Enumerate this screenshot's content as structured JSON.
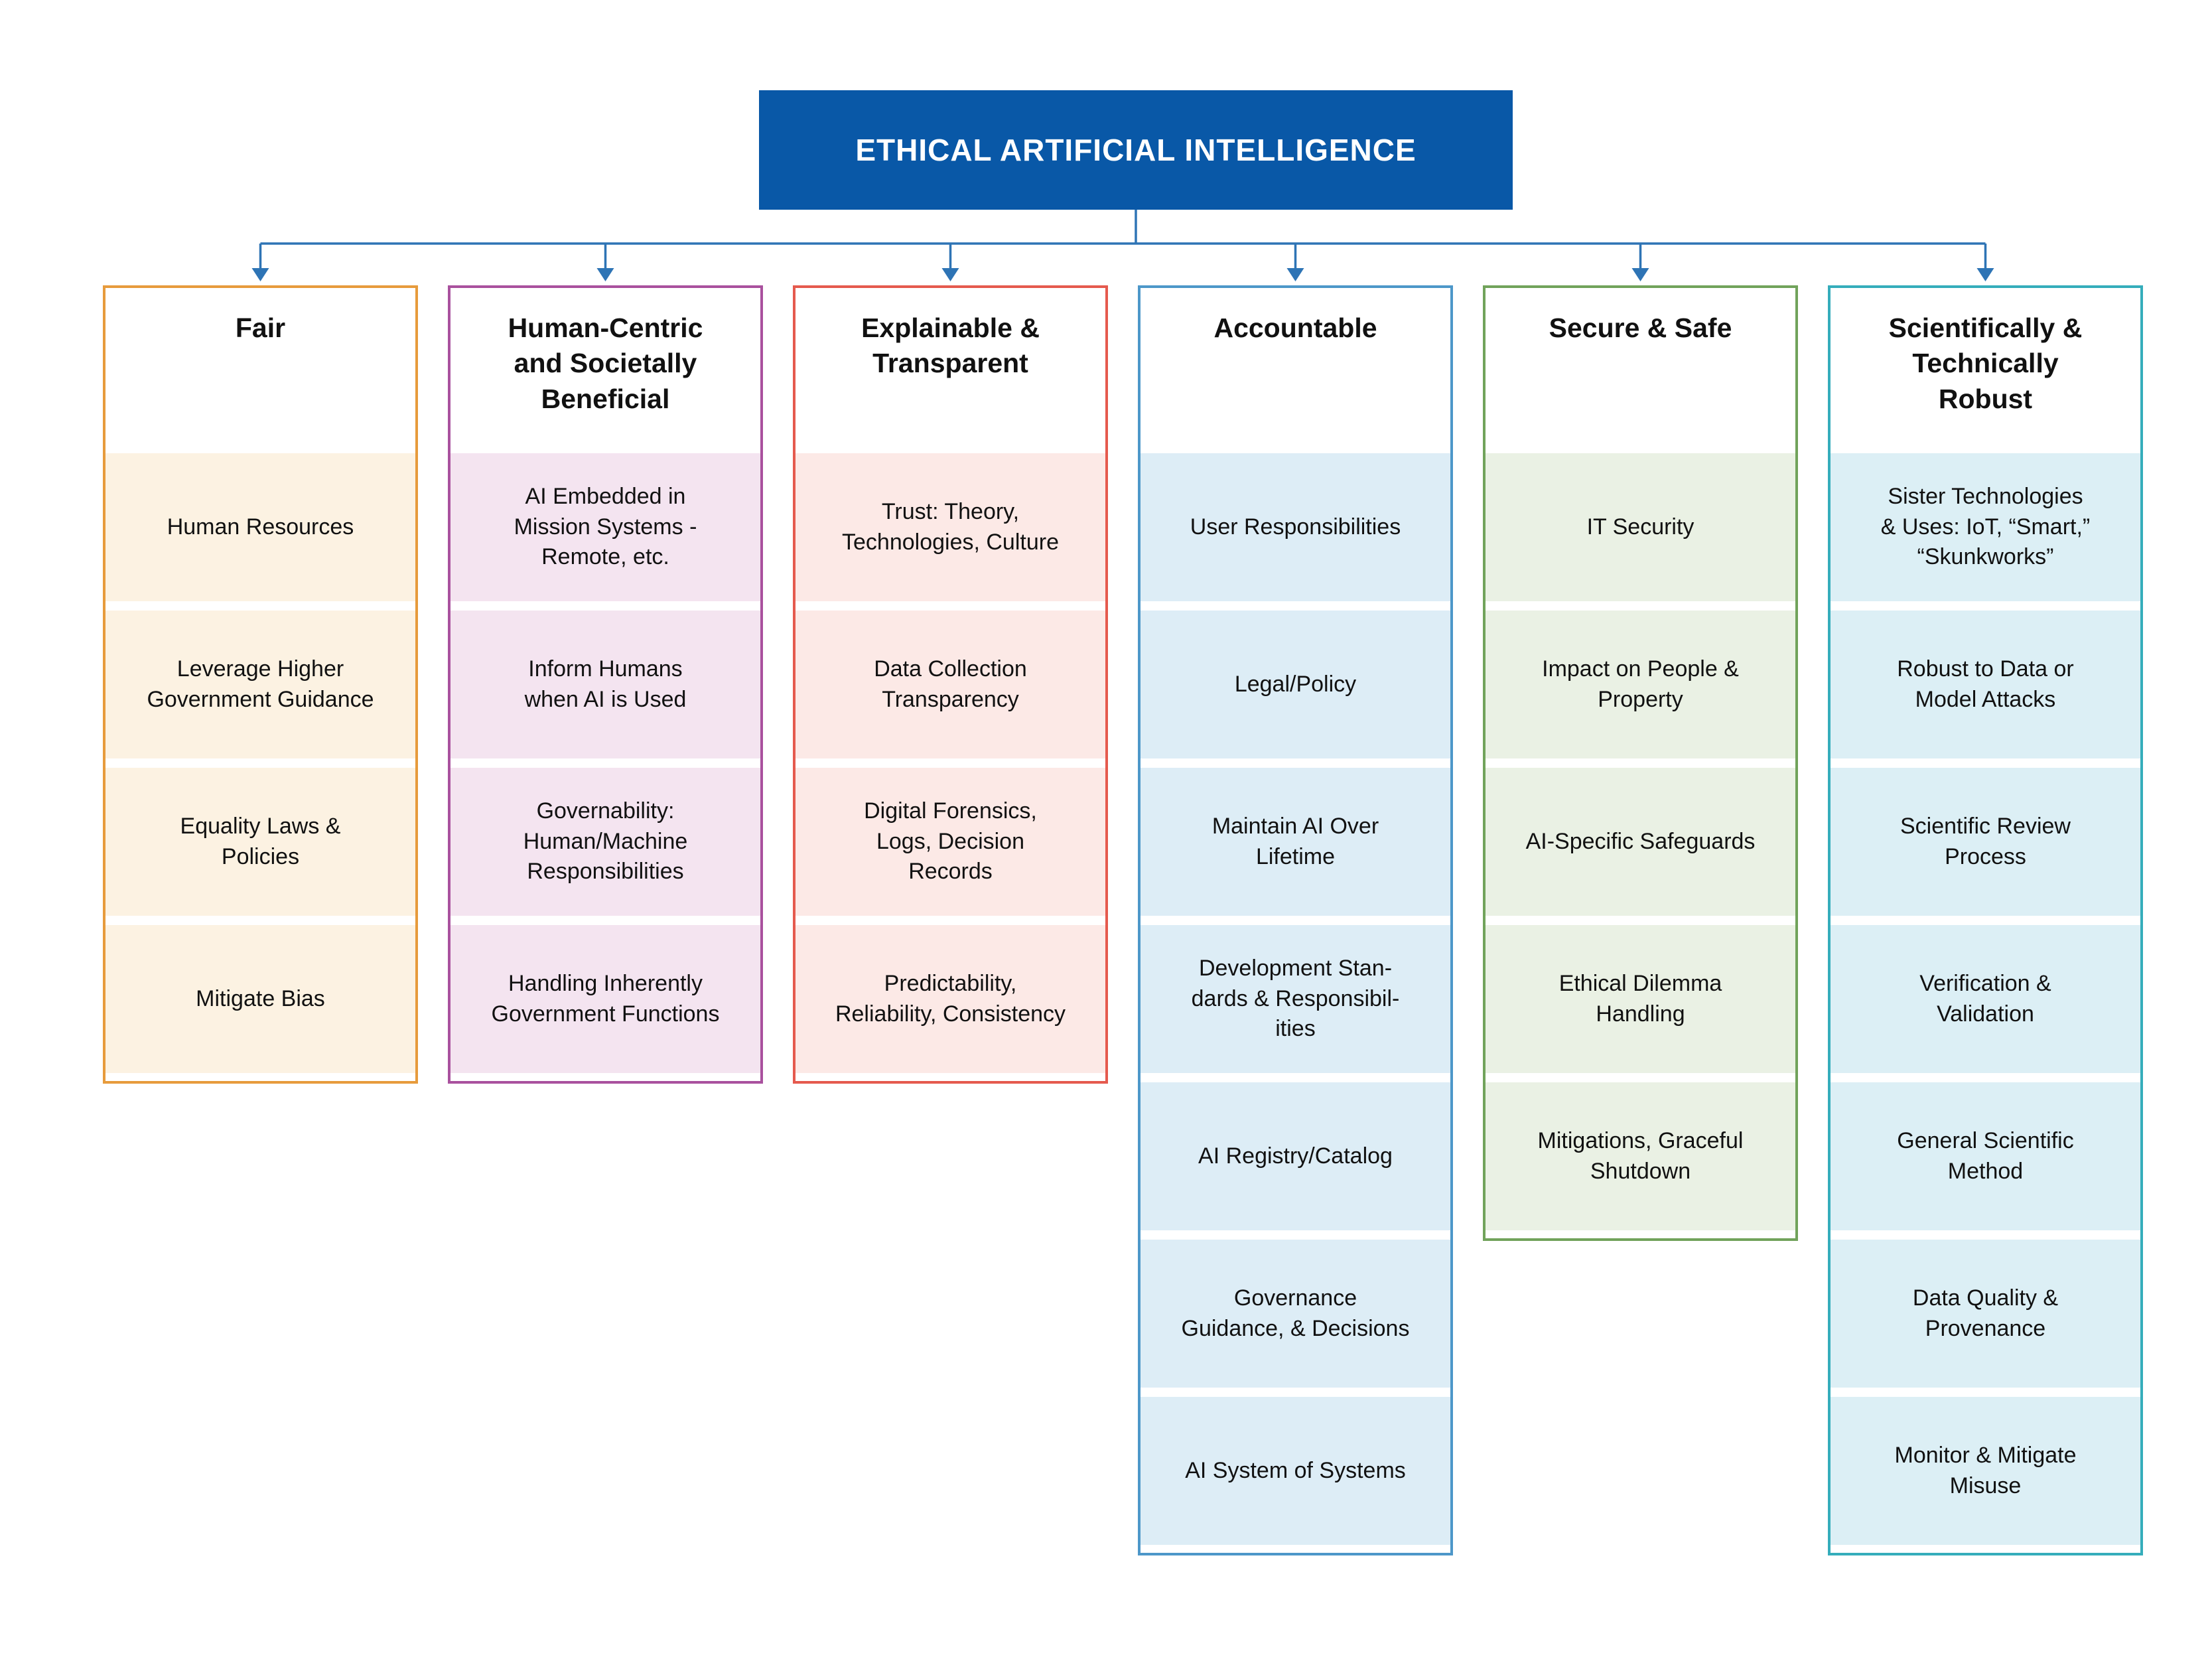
{
  "title": "ETHICAL ARTIFICIAL INTELLIGENCE",
  "colors": {
    "title_bg": "#0958a7",
    "title_text": "#ffffff",
    "connector": "#2e74b5"
  },
  "columns": [
    {
      "id": "fair",
      "title": "Fair",
      "border_color": "#e79b3c",
      "item_bg": "#fcf2e2",
      "items": [
        "Human Resources",
        "Leverage Higher\nGovernment Guidance",
        "Equality Laws &\nPolicies",
        "Mitigate Bias"
      ]
    },
    {
      "id": "human-centric",
      "title": "Human-Centric\nand Societally\nBeneficial",
      "border_color": "#a9519e",
      "item_bg": "#f4e4f0",
      "items": [
        "AI Embedded in\nMission Systems -\nRemote, etc.",
        "Inform Humans\nwhen AI is Used",
        "Governability:\nHuman/Machine\nResponsibilities",
        "Handling Inherently\nGovernment Functions"
      ]
    },
    {
      "id": "explainable-transparent",
      "title": "Explainable &\nTransparent",
      "border_color": "#e55a4e",
      "item_bg": "#fce9e6",
      "items": [
        "Trust: Theory,\nTechnologies, Culture",
        "Data Collection\nTransparency",
        "Digital Forensics,\nLogs, Decision\nRecords",
        "Predictability,\nReliability, Consistency"
      ]
    },
    {
      "id": "accountable",
      "title": "Accountable",
      "border_color": "#4d97c9",
      "item_bg": "#ddedf6",
      "items": [
        "User Responsibilities",
        "Legal/Policy",
        "Maintain AI Over\nLifetime",
        "Development Stan-\ndards & Responsibil-\nities",
        "AI Registry/Catalog",
        "Governance\nGuidance, & Decisions",
        "AI System of Systems"
      ]
    },
    {
      "id": "secure-safe",
      "title": "Secure & Safe",
      "border_color": "#71a35b",
      "item_bg": "#eaf1e4",
      "items": [
        "IT Security",
        "Impact on People &\nProperty",
        "AI-Specific Safeguards",
        "Ethical Dilemma\nHandling",
        "Mitigations, Graceful\nShutdown"
      ]
    },
    {
      "id": "scientifically-robust",
      "title": "Scientifically &\nTechnically\nRobust",
      "border_color": "#35adbb",
      "item_bg": "#dceff5",
      "items": [
        "Sister Technologies\n& Uses: IoT, “Smart,”\n“Skunkworks”",
        "Robust to Data or\nModel Attacks",
        "Scientific Review\nProcess",
        "Verification &\nValidation",
        "General Scientific\nMethod",
        "Data Quality &\nProvenance",
        "Monitor & Mitigate\nMisuse"
      ]
    }
  ]
}
